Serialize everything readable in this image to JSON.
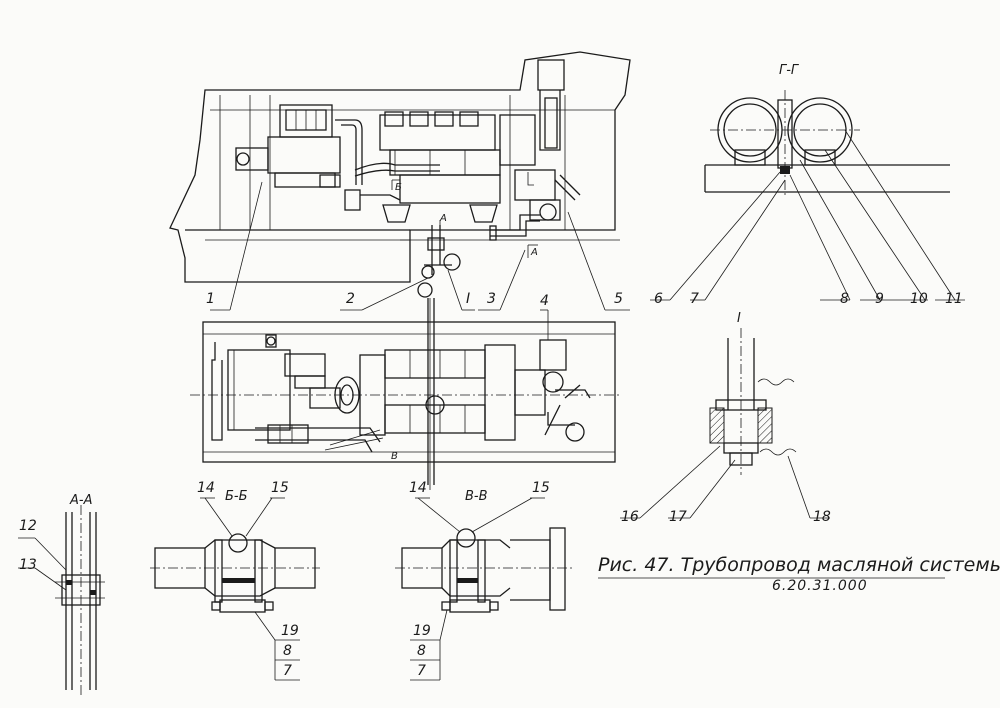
{
  "caption": {
    "title": "Рис. 47. Трубопровод масляной системы",
    "drawing_number": "6.20.31.000"
  },
  "sections": {
    "gg": "Г-Г",
    "detail_1": "I",
    "aa": "А-А",
    "bb": "Б-Б",
    "vv": "В-В"
  },
  "callouts": {
    "main_view": [
      "1",
      "2",
      "I",
      "3",
      "5"
    ],
    "plan_view": [
      "4"
    ],
    "section_gg": [
      "6",
      "7",
      "8",
      "9",
      "10",
      "11"
    ],
    "detail_1": [
      "16",
      "17",
      "18"
    ],
    "section_aa": [
      "12",
      "13"
    ],
    "section_bb": [
      "14",
      "15",
      "19",
      "8",
      "7"
    ],
    "section_vv": [
      "14",
      "15",
      "19",
      "8",
      "7"
    ]
  },
  "view_markers": {
    "a": "А",
    "b": "Б",
    "v": "В"
  }
}
